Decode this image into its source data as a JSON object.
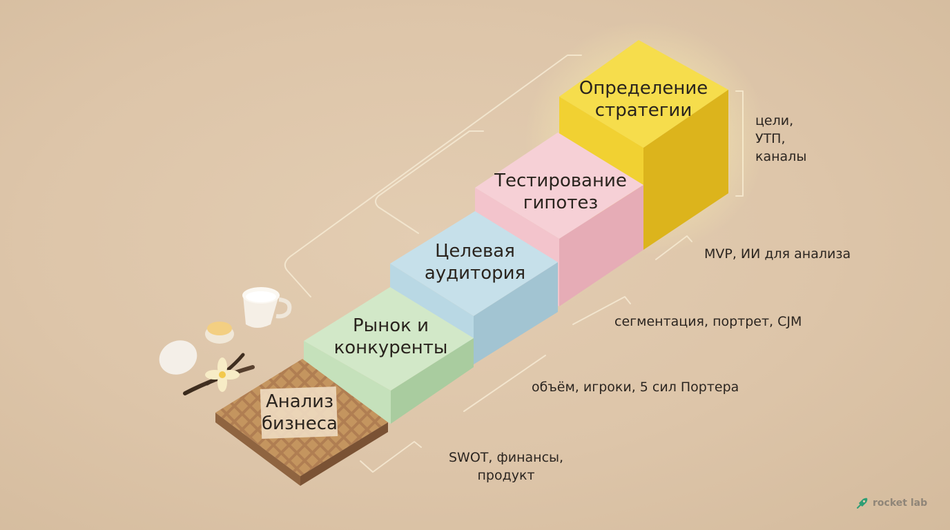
{
  "steps": [
    {
      "id": "business",
      "title_line1": "Анализ",
      "title_line2": "бизнеса",
      "note_line1": "SWOT, финансы,",
      "note_line2": "продукт",
      "color": "#b5875d"
    },
    {
      "id": "market",
      "title_line1": "Рынок и",
      "title_line2": "конкуренты",
      "note": "объём, игроки, 5 сил Портера",
      "color": "#c6e2bd"
    },
    {
      "id": "audience",
      "title_line1": "Целевая",
      "title_line2": "аудитория",
      "note": "сегментация, портрет, CJM",
      "color": "#bcd9e4"
    },
    {
      "id": "hypotheses",
      "title_line1": "Тестирование",
      "title_line2": "гипотез",
      "note": "MVP, ИИ для анализа",
      "color": "#f2c6cc"
    },
    {
      "id": "strategy",
      "title_line1": "Определение",
      "title_line2": "стратегии",
      "note_line1": "цели,",
      "note_line2": "УТП,",
      "note_line3": "каналы",
      "color": "#f4d43c"
    }
  ],
  "brand": {
    "name": "rocket lab",
    "icon": "rocket-icon",
    "color": "#2f9e75"
  },
  "background_color": "#dfc8ad"
}
